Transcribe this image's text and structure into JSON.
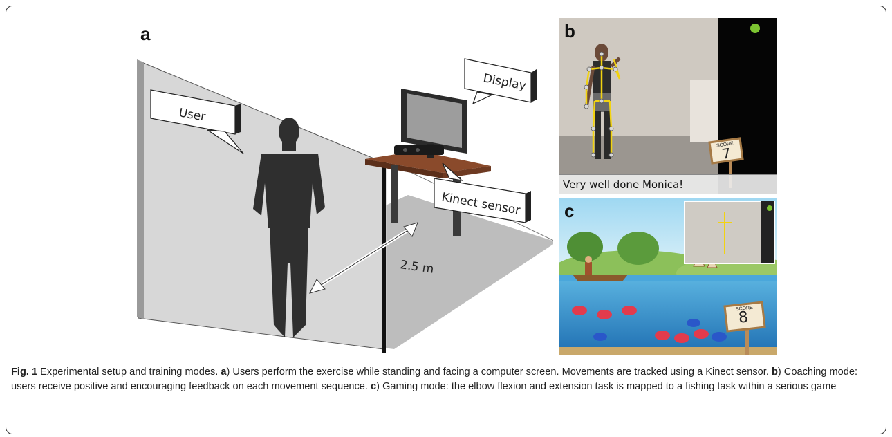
{
  "panels": {
    "a": "a",
    "b": "b",
    "c": "c"
  },
  "scene": {
    "user_label": "User",
    "display_label": "Display",
    "kinect_label": "Kinect sensor",
    "distance": "2.5 m"
  },
  "coaching": {
    "message": "Very well done  Monica!",
    "score_label": "SCORE",
    "score": "7"
  },
  "gaming": {
    "score_label": "SCORE",
    "score": "8"
  },
  "caption": {
    "fig": "Fig. 1",
    "intro": " Experimental setup and training modes. ",
    "a": "a",
    "a_text": ") Users perform the exercise while standing and facing a computer screen. Movements are tracked using a Kinect sensor. ",
    "b": "b",
    "b_text": ") Coaching mode: users receive positive and encouraging feedback on each movement sequence. ",
    "c": "c",
    "c_text": ") Gaming mode: the elbow flexion and extension task is mapped to a fishing task within a serious game"
  }
}
